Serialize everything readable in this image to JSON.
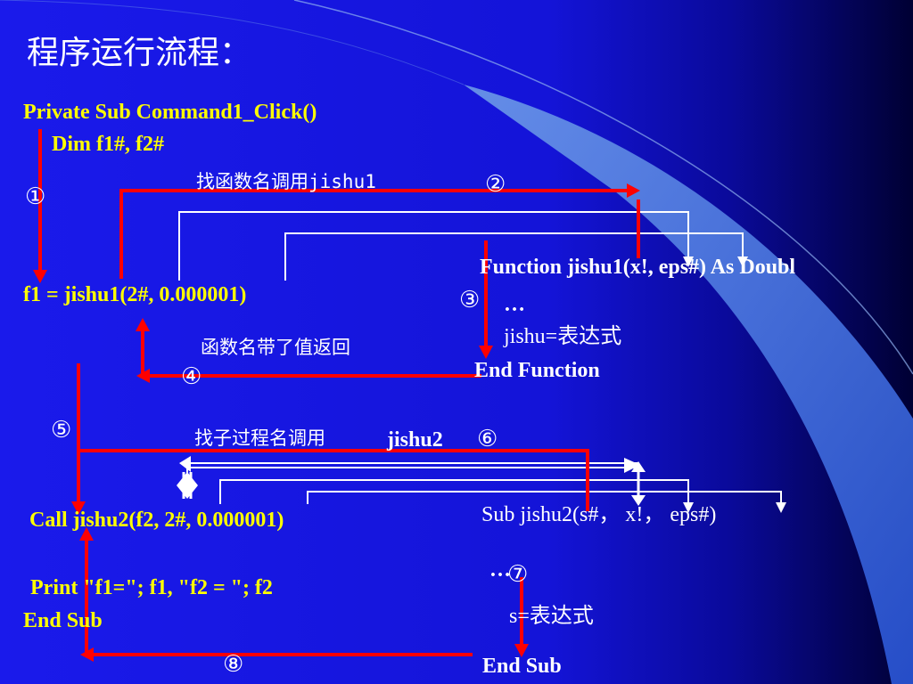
{
  "title": "程序运行流程：",
  "code_main": {
    "line1": "Private Sub Command1_Click()",
    "line2": "Dim f1#, f2#",
    "line3": "f1 = jishu1(2#, 0.000001)",
    "line4": "Call jishu2(f2, 2#, 0.000001)",
    "line5": "Print \"f1=\"; f1, \"f2 = \"; f2",
    "line6": "End Sub"
  },
  "function_block": {
    "line1": "Function jishu1(x!, eps#) As Doubl",
    "line2": "…",
    "line3": "jishu=表达式",
    "line4": "End Function"
  },
  "sub_block": {
    "line1": "Sub jishu2(s#，  x!，  eps#)",
    "line2": "…",
    "line3": "s=表达式",
    "line4": "End Sub"
  },
  "annotations": {
    "call_fn": "找函数名调用jishu1",
    "return_fn": "函数名带了值返回",
    "call_sub": "找子过程名调用",
    "call_sub_name": "jishu2"
  },
  "steps": [
    "①",
    "②",
    "③",
    "④",
    "⑤",
    "⑥",
    "⑦",
    "⑧"
  ],
  "colors": {
    "background": "#1a1ae6",
    "code_text": "#ffff00",
    "flow_arrow": "#ff0000",
    "param_arrow": "#ffffff"
  }
}
